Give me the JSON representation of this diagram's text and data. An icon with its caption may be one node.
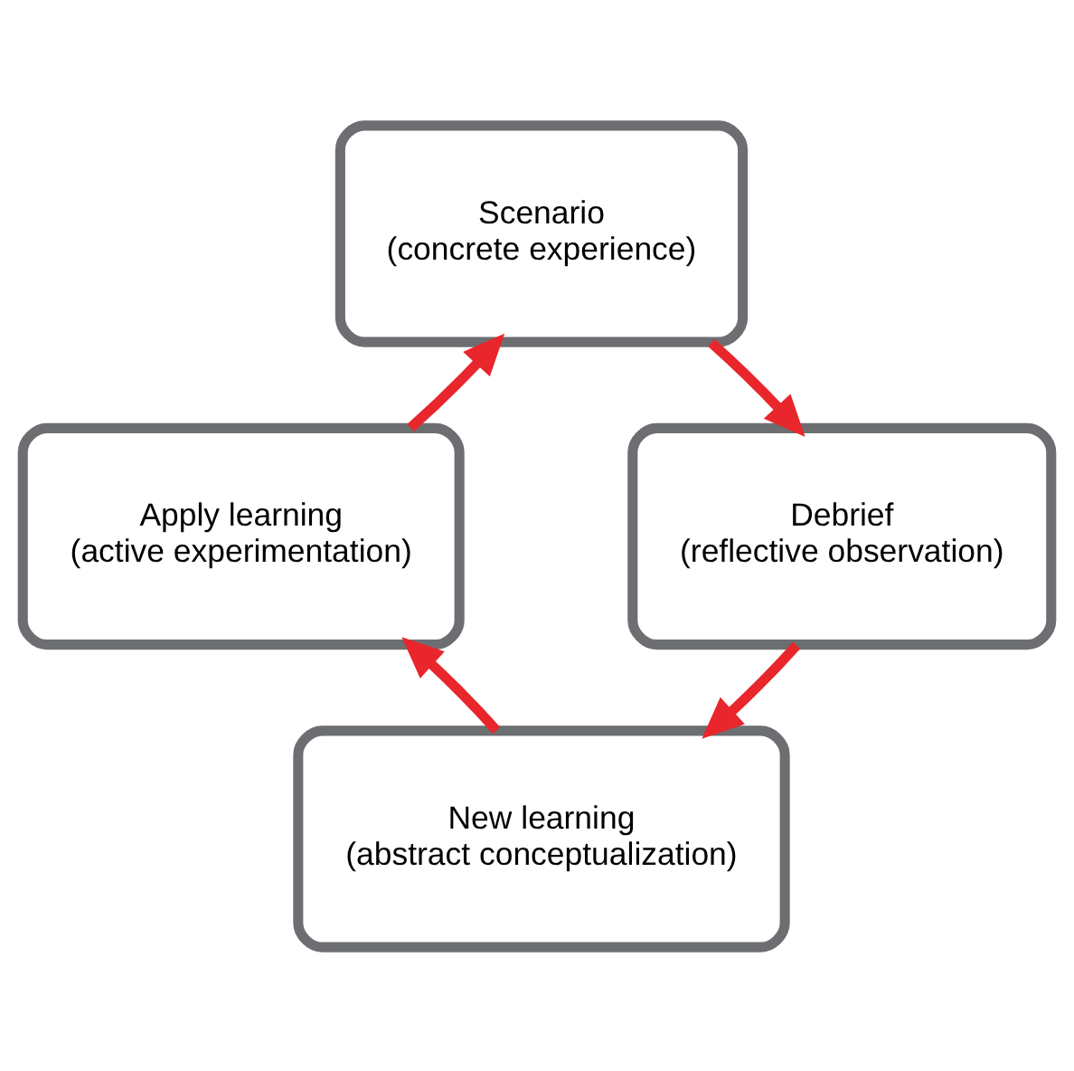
{
  "diagram": {
    "nodes": [
      {
        "text": [
          "Scenario",
          "(concrete experience)"
        ]
      },
      {
        "text": [
          "Debrief",
          "(reflective observation)"
        ]
      },
      {
        "text": [
          "New learning",
          "(abstract conceptualization)"
        ]
      },
      {
        "text": [
          "Apply learning",
          "(active experimentation)"
        ]
      }
    ],
    "edges": [
      {
        "from": 0,
        "to": 1,
        "arrow": "to"
      },
      {
        "from": 1,
        "to": 2,
        "arrow": "to"
      },
      {
        "from": 2,
        "to": 3,
        "arrow": "to"
      },
      {
        "from": 3,
        "to": 0,
        "arrow": "to"
      }
    ]
  }
}
